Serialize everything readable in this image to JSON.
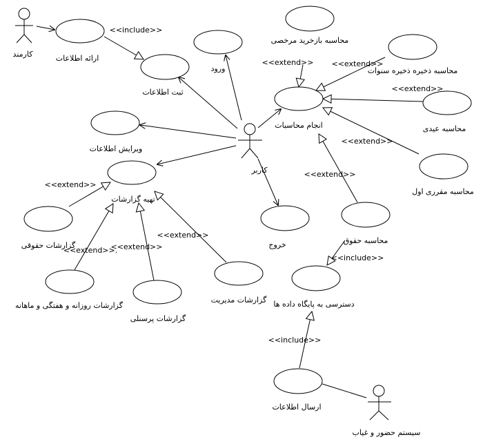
{
  "actors": {
    "karmand": "کارمند",
    "karbar": "کاربر",
    "system": "سیستم حضور و غیاب"
  },
  "usecases": {
    "erae": "ارائه اطلاعات",
    "sabt": "ثبت اطلاعات",
    "vorud": "ورود",
    "virayesh": "ویرایش اطلاعات",
    "tahie": "تهیه گزارشات",
    "hoghooghi": "گزارشات حقوقی",
    "roozane": "گزارشات روزانه و هفتگی و ماهانه",
    "personeli": "گزارشات پرسنلی",
    "modiriat": "گزارشات مدیریت",
    "khorooj": "خروج",
    "bazkharid": "محاسبه بازخرید مرخصی",
    "zakhire": "محاسبه ذخیره ذخیره سنوات",
    "anjam": "انجام محاسبات",
    "eydi": "محاسبه عیدی",
    "mogharari": "محاسبه مقرری اول",
    "hoghoogh": "محاسبه حقوق",
    "dastresi": "دسترسی به پایگاه داده ها",
    "ersal": "ارسال اطلاعات"
  },
  "stereotypes": {
    "include": "<<include>>",
    "extend": "<<extend>>",
    "extend_dot": "<<extend>>."
  }
}
